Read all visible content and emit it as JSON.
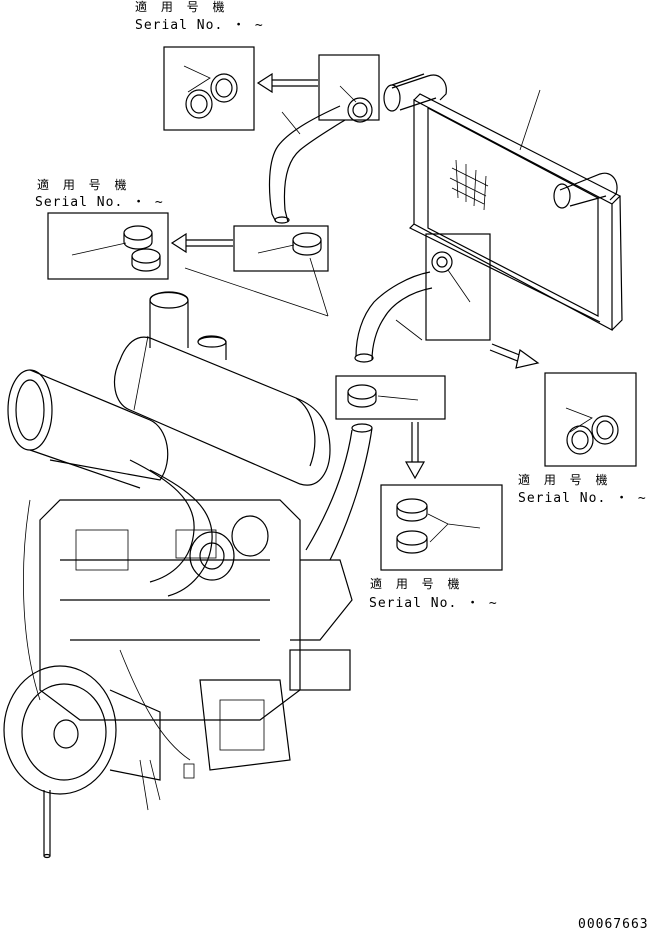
{
  "serial_blocks": [
    {
      "jp": "適 用 号 機",
      "en": "Serial No.  ・  ~"
    },
    {
      "jp": "適 用 号 機",
      "en": "Serial No.  ・  ~"
    },
    {
      "jp": "適 用 号 機",
      "en": "Serial No.  ・  ~"
    },
    {
      "jp": "適 用 号 機",
      "en": "Serial No.  ・  ~"
    }
  ],
  "drawing_number": "00067663",
  "icons": {
    "engine": "engine-assembly-icon",
    "radiator": "radiator-icon",
    "hose": "hose-icon",
    "clamp": "hose-clamp-icon"
  }
}
